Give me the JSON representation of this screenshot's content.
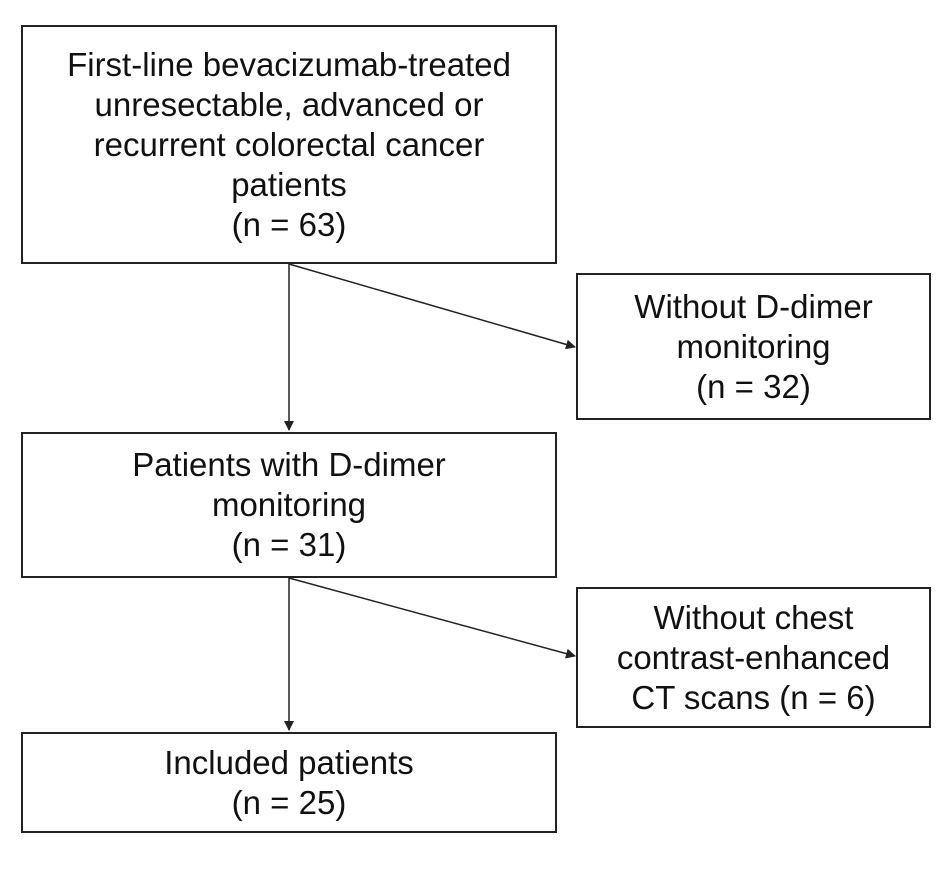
{
  "boxes": {
    "start": {
      "lines": [
        "First-line bevacizumab-treated",
        "unresectable, advanced or",
        "recurrent colorectal cancer",
        "patients",
        "(n = 63)"
      ]
    },
    "exclusion_1": {
      "lines": [
        "Without D-dimer",
        "monitoring",
        "(n = 32)"
      ]
    },
    "dimer_monitoring": {
      "lines": [
        "Patients with D-dimer",
        "monitoring",
        "(n = 31)"
      ]
    },
    "exclusion_2": {
      "lines": [
        "Without chest",
        "contrast-enhanced",
        "CT scans (n = 6)"
      ]
    },
    "included": {
      "lines": [
        "Included patients",
        "(n = 25)"
      ]
    }
  },
  "colors": {
    "line": "#222222",
    "text": "#111111",
    "background": "#ffffff"
  }
}
